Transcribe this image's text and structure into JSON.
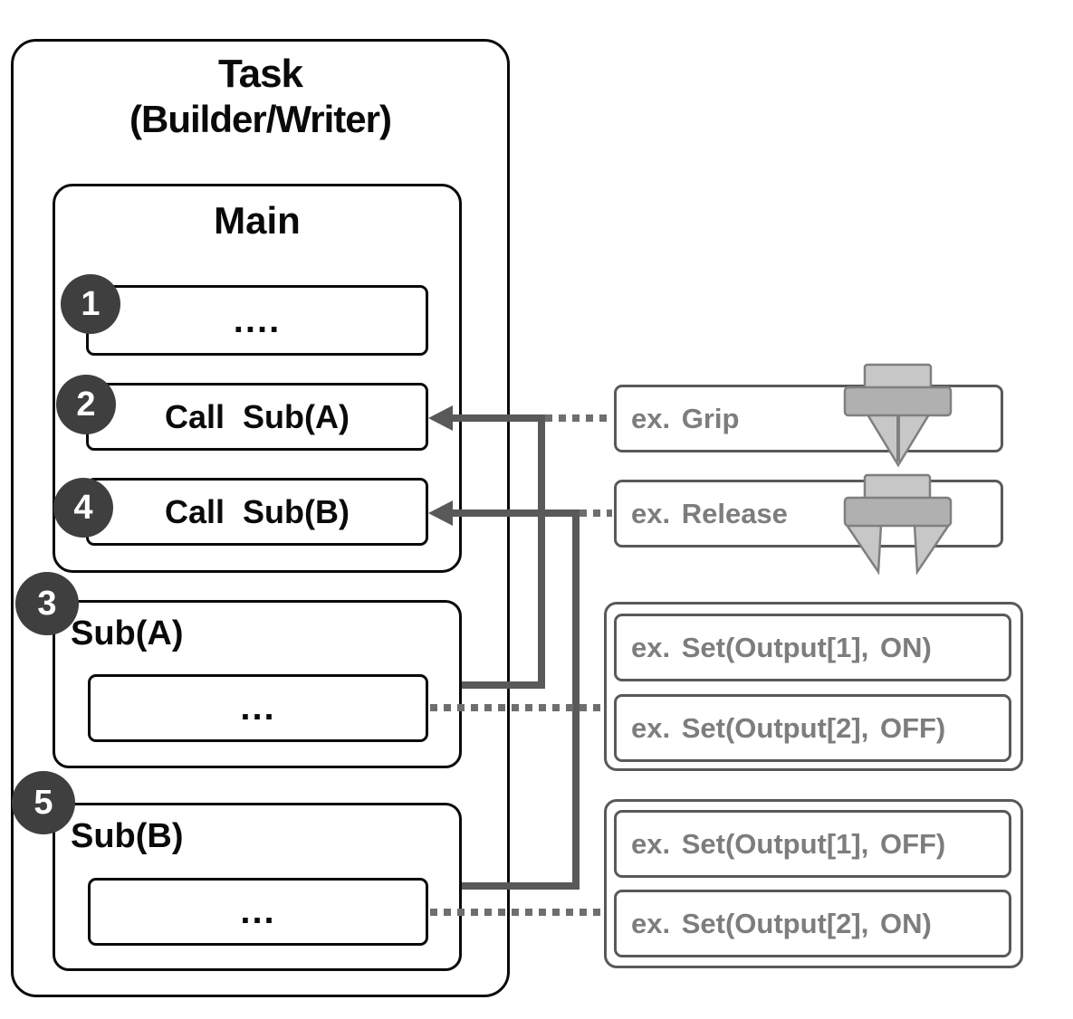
{
  "task": {
    "title_line1": "Task",
    "title_line2": "(Builder/Writer)",
    "main": {
      "title": "Main",
      "steps": [
        {
          "badge": "1",
          "label": "...."
        },
        {
          "badge": "2",
          "label": "Call Sub(A)"
        },
        {
          "badge": "4",
          "label": "Call Sub(B)"
        }
      ]
    },
    "subroutines": [
      {
        "badge": "3",
        "title": "Sub(A)",
        "body": "..."
      },
      {
        "badge": "5",
        "title": "Sub(B)",
        "body": "..."
      }
    ]
  },
  "examples": {
    "grip": {
      "label": "ex. Grip",
      "icon": "gripper-closed-icon"
    },
    "release": {
      "label": "ex. Release",
      "icon": "gripper-open-icon"
    },
    "group_a": {
      "items": [
        {
          "label": "ex. Set(Output[1], ON)"
        },
        {
          "label": "ex. Set(Output[2], OFF)"
        }
      ]
    },
    "group_b": {
      "items": [
        {
          "label": "ex. Set(Output[1], OFF)"
        },
        {
          "label": "ex. Set(Output[2], ON)"
        }
      ]
    }
  },
  "colors": {
    "diagram_border": "#0a0a0a",
    "badge_fill": "#3f3f3f",
    "badge_text": "#ffffff",
    "connector": "#595959",
    "dotted_line": "#6e6e6e",
    "example_border": "#595959",
    "example_text": "#7d7d7d",
    "gripper_light": "#c7c7c7",
    "gripper_mid": "#b0b0b0",
    "gripper_stroke": "#7f7f7f"
  }
}
